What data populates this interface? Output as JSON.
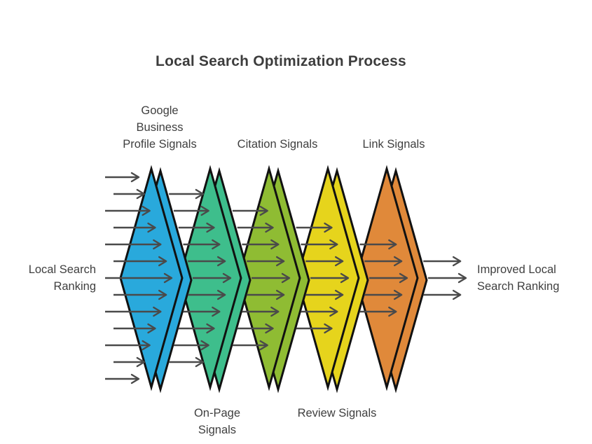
{
  "title": "Local Search Optimization Process",
  "colors": {
    "outline": "#111111",
    "arrow": "#4a4a4a",
    "text": "#3f3f3f"
  },
  "input": {
    "label_lines": [
      "Local Search",
      "Ranking"
    ]
  },
  "output": {
    "label_lines": [
      "Improved Local",
      "Search Ranking"
    ]
  },
  "stages": [
    {
      "name": "google-business-profile-signals",
      "label_lines": [
        "Google",
        "Business",
        "Profile Signals"
      ],
      "label_position": "top",
      "color": "#29A9DC"
    },
    {
      "name": "on-page-signals",
      "label_lines": [
        "On-Page",
        "Signals"
      ],
      "label_position": "bottom",
      "color": "#3EBE8C"
    },
    {
      "name": "citation-signals",
      "label_lines": [
        "Citation Signals"
      ],
      "label_position": "top",
      "color": "#8FBC33"
    },
    {
      "name": "review-signals",
      "label_lines": [
        "Review Signals"
      ],
      "label_position": "bottom",
      "color": "#E6D41C"
    },
    {
      "name": "link-signals",
      "label_lines": [
        "Link Signals"
      ],
      "label_position": "top",
      "color": "#E0893A"
    }
  ]
}
